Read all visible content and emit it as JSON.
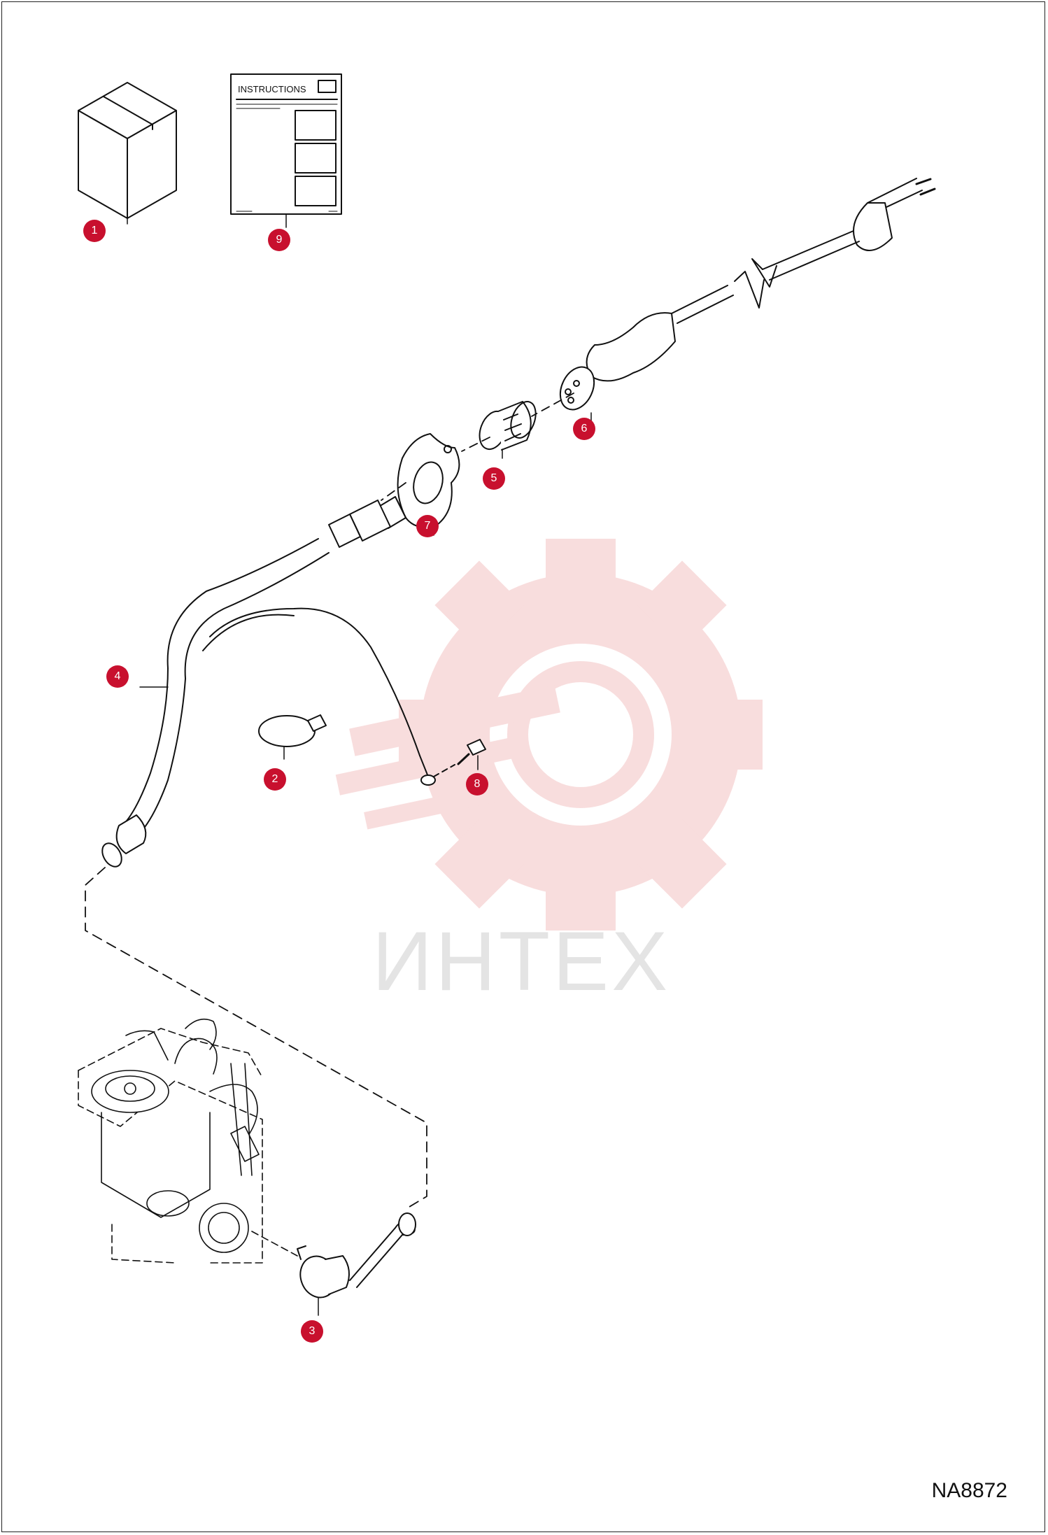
{
  "instruction_sheet": {
    "title": "INSTRUCTIONS"
  },
  "callouts": [
    {
      "id": "callout-1",
      "label": "1"
    },
    {
      "id": "callout-9",
      "label": "9"
    },
    {
      "id": "callout-6",
      "label": "6"
    },
    {
      "id": "callout-5",
      "label": "5"
    },
    {
      "id": "callout-7",
      "label": "7"
    },
    {
      "id": "callout-4",
      "label": "4"
    },
    {
      "id": "callout-2",
      "label": "2"
    },
    {
      "id": "callout-8",
      "label": "8"
    },
    {
      "id": "callout-3",
      "label": "3"
    }
  ],
  "watermark": {
    "text": "ИНТЕХ",
    "color": "#f4c2c2"
  },
  "drawing_code": "NA8872",
  "colors": {
    "callout": "#c8102e",
    "line": "#111111"
  }
}
